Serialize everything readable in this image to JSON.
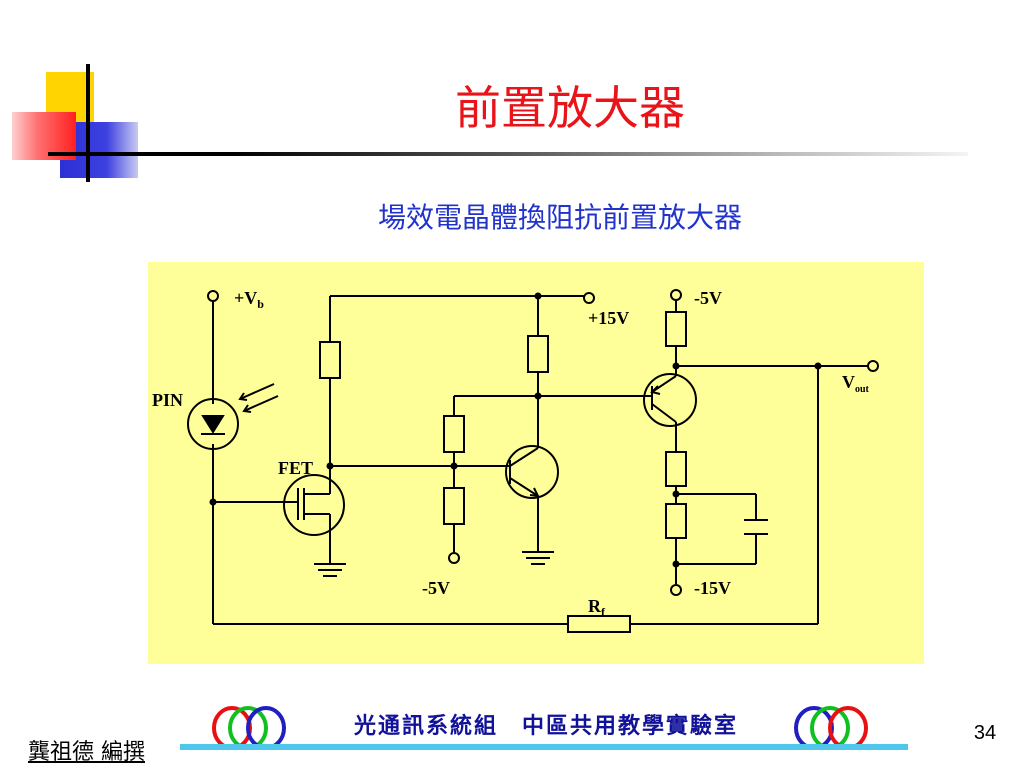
{
  "slide": {
    "title": "前置放大器",
    "subtitle": "場效電晶體換阻抗前置放大器",
    "page_number": "34",
    "author": "龔祖德  編撰",
    "footer": "光通訊系統組　中區共用教學實驗室"
  },
  "diagram": {
    "labels": {
      "vb": "+V",
      "vb_sub": "b",
      "pin": "PIN",
      "fet": "FET",
      "plus15": "+15V",
      "minus5_top": "-5V",
      "minus5_bottom": "-5V",
      "minus15": "-15V",
      "vout": "V",
      "vout_sub": "out",
      "rf": "R",
      "rf_sub": "f"
    }
  },
  "colors": {
    "title": "#e8141a",
    "subtitle": "#2233cc",
    "panel": "#ffff99",
    "footer_text": "#111199",
    "footer_line": "#4fc6ec",
    "ring_red": "#e81010",
    "ring_green": "#10c020",
    "ring_blue": "#2020c0"
  }
}
